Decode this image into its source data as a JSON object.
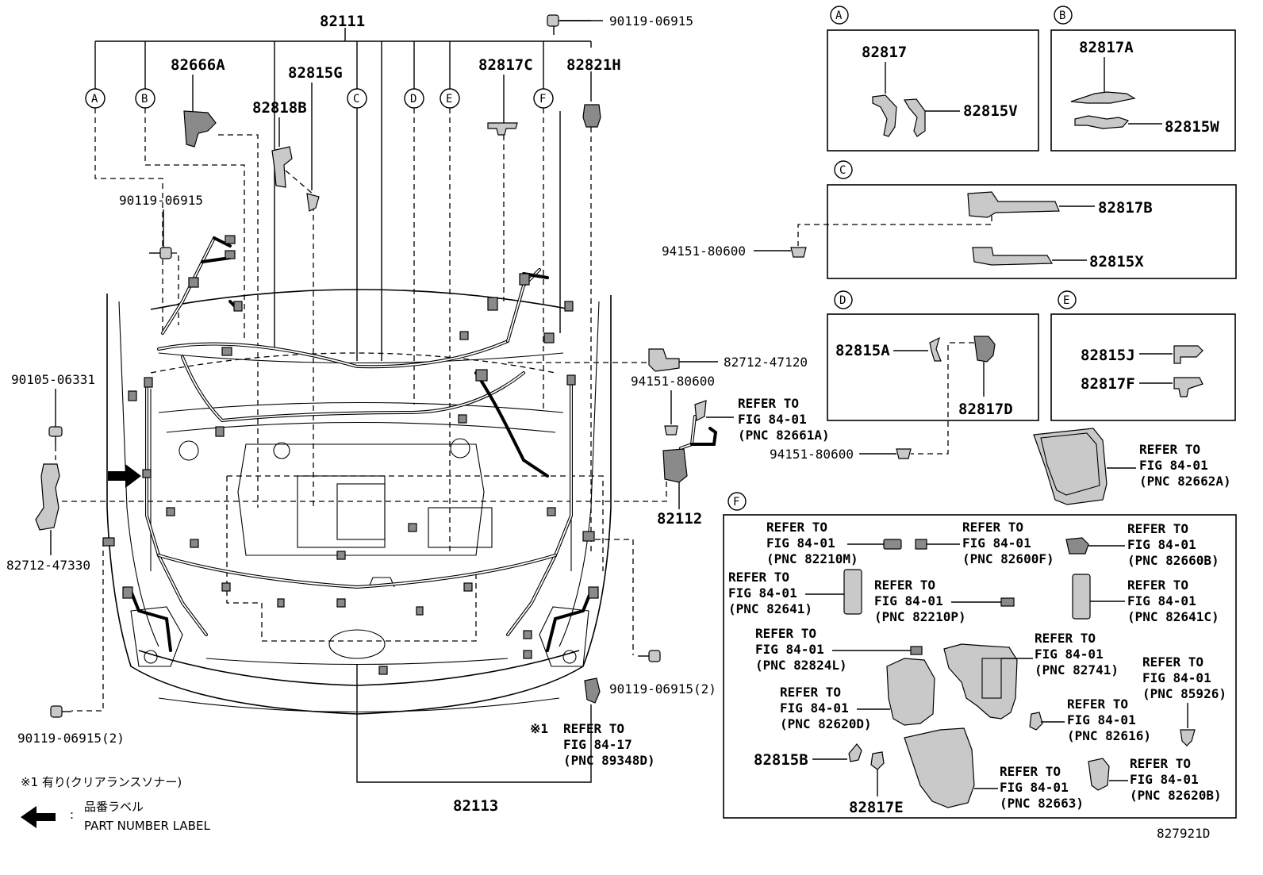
{
  "main_labels": {
    "harness_82111": "82111",
    "harness_82113": "82113",
    "harness_82112": "82112",
    "p82666A": "82666A",
    "p82815G": "82815G",
    "p82818B": "82818B",
    "p82817C": "82817C",
    "p82821H": "82821H",
    "bolt_top": "90119-06915",
    "bolt_left_upper": "90119-06915",
    "bolt_left_lower": "90105-06331",
    "bracket_left": "82712-47330",
    "bolt_bottom_left": "90119-06915(2)",
    "bolt_bottom_right": "90119-06915(2)",
    "bracket_right": "82712-47120",
    "clip_right": "94151-80600"
  },
  "circle_labels": [
    "A",
    "B",
    "C",
    "D",
    "E",
    "F"
  ],
  "refer_right_84_01_82661A": {
    "l1": "REFER TO",
    "l2": "FIG 84-01",
    "l3": "(PNC 82661A)"
  },
  "refer_bottom_89348D": {
    "mark": "※1",
    "l1": "REFER TO",
    "l2": "FIG 84-17",
    "l3": "(PNC 89348D)"
  },
  "panel_A": {
    "tag": "A",
    "parts": [
      "82817",
      "82815V"
    ]
  },
  "panel_B": {
    "tag": "B",
    "parts": [
      "82817A",
      "82815W"
    ]
  },
  "panel_C": {
    "tag": "C",
    "parts": [
      "82817B",
      "82815X"
    ],
    "clip": "94151-80600"
  },
  "panel_D": {
    "tag": "D",
    "parts": [
      "82815A",
      "82817D"
    ],
    "clip": "94151-80600"
  },
  "panel_E": {
    "tag": "E",
    "parts": [
      "82815J",
      "82817F"
    ]
  },
  "refer_82662A": {
    "l1": "REFER TO",
    "l2": "FIG 84-01",
    "l3": "(PNC 82662A)"
  },
  "panel_F": {
    "tag": "F",
    "refs": [
      {
        "l1": "REFER TO",
        "l2": "FIG 84-01",
        "l3": "(PNC 82210M)"
      },
      {
        "l1": "REFER TO",
        "l2": "FIG 84-01",
        "l3": "(PNC 82600F)"
      },
      {
        "l1": "REFER TO",
        "l2": "FIG 84-01",
        "l3": "(PNC 82660B)"
      },
      {
        "l1": "REFER TO",
        "l2": "FIG 84-01",
        "l3": "(PNC 82641)"
      },
      {
        "l1": "REFER TO",
        "l2": "FIG 84-01",
        "l3": "(PNC 82210P)"
      },
      {
        "l1": "REFER TO",
        "l2": "FIG 84-01",
        "l3": "(PNC 82641C)"
      },
      {
        "l1": "REFER TO",
        "l2": "FIG 84-01",
        "l3": "(PNC 82824L)"
      },
      {
        "l1": "REFER TO",
        "l2": "FIG 84-01",
        "l3": "(PNC 82741)"
      },
      {
        "l1": "REFER TO",
        "l2": "FIG 84-01",
        "l3": "(PNC 85926)"
      },
      {
        "l1": "REFER TO",
        "l2": "FIG 84-01",
        "l3": "(PNC 82620D)"
      },
      {
        "l1": "REFER TO",
        "l2": "FIG 84-01",
        "l3": "(PNC 82616)"
      },
      {
        "l1": "REFER TO",
        "l2": "FIG 84-01",
        "l3": "(PNC 82663)"
      },
      {
        "l1": "REFER TO",
        "l2": "FIG 84-01",
        "l3": "(PNC 82620B)"
      }
    ],
    "parts": [
      "82815B",
      "82817E"
    ]
  },
  "legend": {
    "note1": "※1 有り(クリアランスソナー)",
    "label_jp": "品番ラベル",
    "label_colon": ":",
    "label_en": "PART NUMBER LABEL"
  },
  "diagram_id": "827921D"
}
